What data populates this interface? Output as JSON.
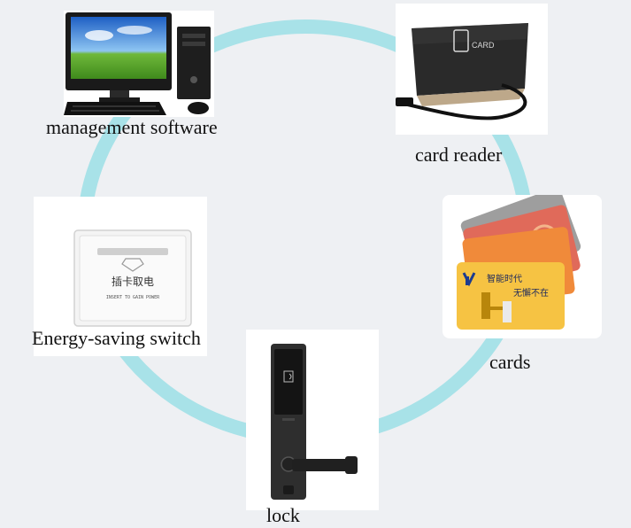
{
  "colors": {
    "background": "#eef0f3",
    "ring": "#a8e2e8",
    "card_bg": "#ffffff"
  },
  "nodes": {
    "management_software": {
      "label": "management software",
      "icon": "desktop-computer-icon"
    },
    "card_reader": {
      "label": "card reader",
      "icon": "card-reader-icon",
      "device_text": "CARD"
    },
    "cards": {
      "label": "cards",
      "icon": "rfid-cards-icon",
      "card_text_line1": "智能时代",
      "card_text_line2": "无懈不在"
    },
    "lock": {
      "label": "lock",
      "icon": "door-lock-icon"
    },
    "energy_switch": {
      "label": "Energy-saving switch",
      "icon": "energy-switch-icon",
      "plate_text_cn": "插卡取电",
      "plate_text_en": "INSERT TO GAIN POWER"
    }
  }
}
